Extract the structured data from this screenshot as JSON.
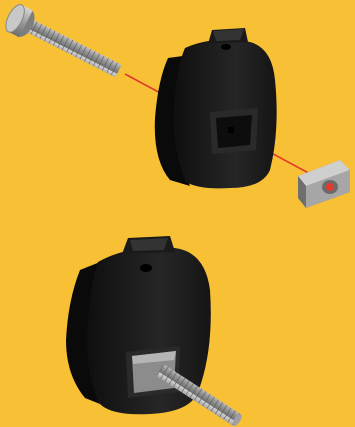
{
  "figure": {
    "background_color": "#f8c034",
    "part_color": "#1c1c1c",
    "metal_color": "#9a9a9a",
    "axis_line_color": "#e03a2a",
    "steps": [
      {
        "step": "exploded",
        "parts": [
          "socket-head-screw",
          "black-housing-block",
          "square-nut"
        ]
      },
      {
        "step": "assembled",
        "parts": [
          "black-housing-block",
          "square-nut",
          "threaded-screw-shank"
        ]
      }
    ]
  }
}
